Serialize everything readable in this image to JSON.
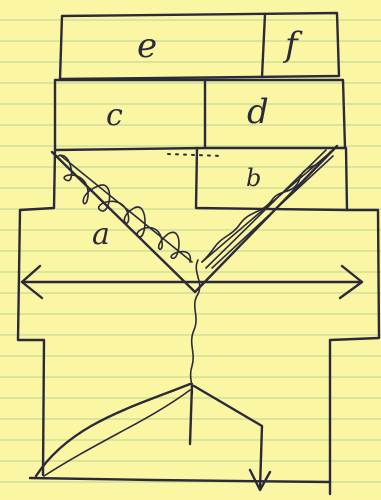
{
  "sketch": {
    "labels": {
      "e": "e",
      "f": "f",
      "c": "c",
      "d": "d",
      "b": "b",
      "a": "a"
    },
    "ink_color": "#2b2a3a",
    "paper_color": "#fbf6a4",
    "rule_color": "#d8e59a"
  }
}
